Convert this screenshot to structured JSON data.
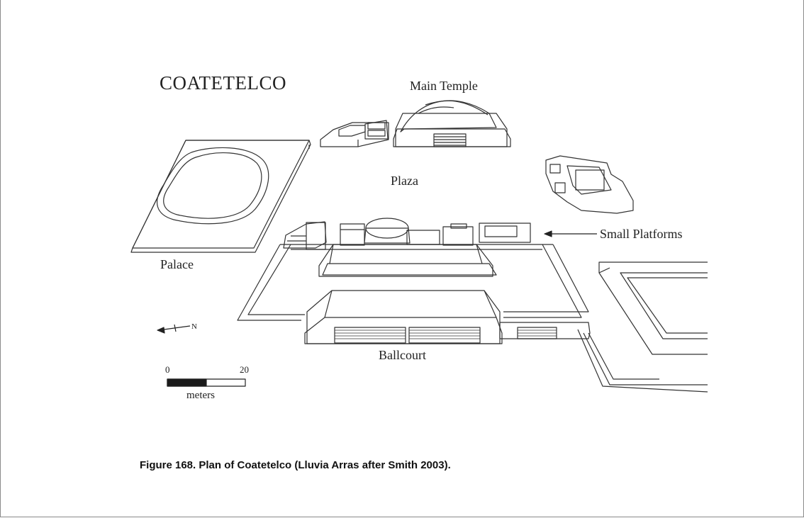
{
  "figure": {
    "site_title": "COATETELCO",
    "labels": {
      "main_temple": "Main Temple",
      "plaza": "Plaza",
      "palace": "Palace",
      "small_platforms": "Small Platforms",
      "ballcourt": "Ballcourt"
    },
    "north_arrow": "N",
    "scale_bar": {
      "start": "0",
      "end": "20",
      "unit": "meters"
    },
    "caption": "Figure 168.  Plan of Coatetelco (Lluvia Arras after Smith 2003)."
  },
  "colors": {
    "line": "#333333",
    "scale_fill": "#1a1a1a"
  }
}
